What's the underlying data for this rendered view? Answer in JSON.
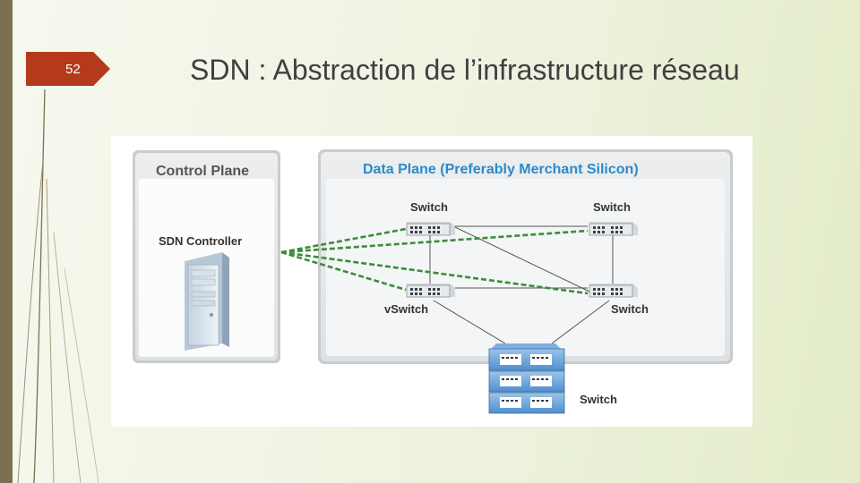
{
  "slide": {
    "number": "52",
    "title": "SDN : Abstraction de l’infrastructure réseau"
  },
  "diagram": {
    "control_plane": {
      "title": "Control Plane",
      "controller_label": "SDN Controller"
    },
    "data_plane": {
      "title": "Data Plane (Preferably Merchant Silicon)",
      "switches": [
        {
          "label": "Switch"
        },
        {
          "label": "Switch"
        },
        {
          "label": "vSwitch"
        },
        {
          "label": "Switch"
        }
      ],
      "core_switch_label": "Switch"
    }
  },
  "colors": {
    "accent_badge": "#b53a1b",
    "panel_title_blue": "#2c8ac9",
    "panel_title_gray": "#555555",
    "control_link_green": "#3c8c3c"
  }
}
